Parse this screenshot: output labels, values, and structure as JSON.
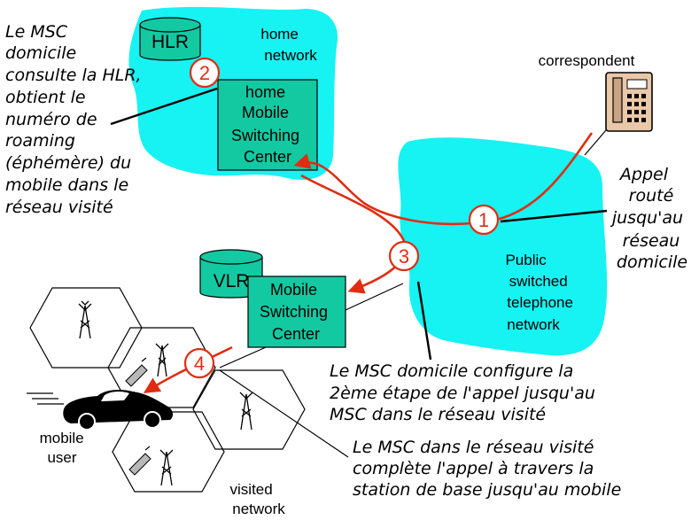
{
  "colors": {
    "cloud": "#17f2f2",
    "box": "#12c9a2",
    "red": "#e02d12",
    "phone": "#e8c8a8"
  },
  "home_network": {
    "label": [
      "home",
      "network"
    ],
    "hlr": "HLR",
    "msc": [
      "home",
      "Mobile",
      "Switching",
      "Center"
    ]
  },
  "pstn": {
    "label": [
      "Public",
      "switched",
      "telephone",
      "network"
    ]
  },
  "visited_network": {
    "vlr": "VLR",
    "msc": [
      "Mobile",
      "Switching",
      "Center"
    ],
    "label": [
      "visited",
      "network"
    ]
  },
  "correspondent": "correspondent",
  "mobile_user": [
    "mobile",
    "user"
  ],
  "steps": [
    "1",
    "2",
    "3",
    "4"
  ],
  "annotations": {
    "step2": [
      "Le MSC",
      "domicile",
      "consulte la HLR,",
      "obtient le",
      "numéro de",
      "roaming",
      "(éphémère) du",
      "mobile dans le",
      "réseau visité"
    ],
    "step1": [
      "Appel",
      "routé",
      "jusqu'au",
      "réseau",
      "domicile"
    ],
    "step3": [
      "Le MSC domicile configure la",
      "2ème étape de l'appel jusqu'au",
      "MSC dans le réseau visité"
    ],
    "step4": [
      "Le MSC dans le réseau visité",
      "complète l'appel à travers la",
      "station de base jusqu'au mobile"
    ]
  }
}
